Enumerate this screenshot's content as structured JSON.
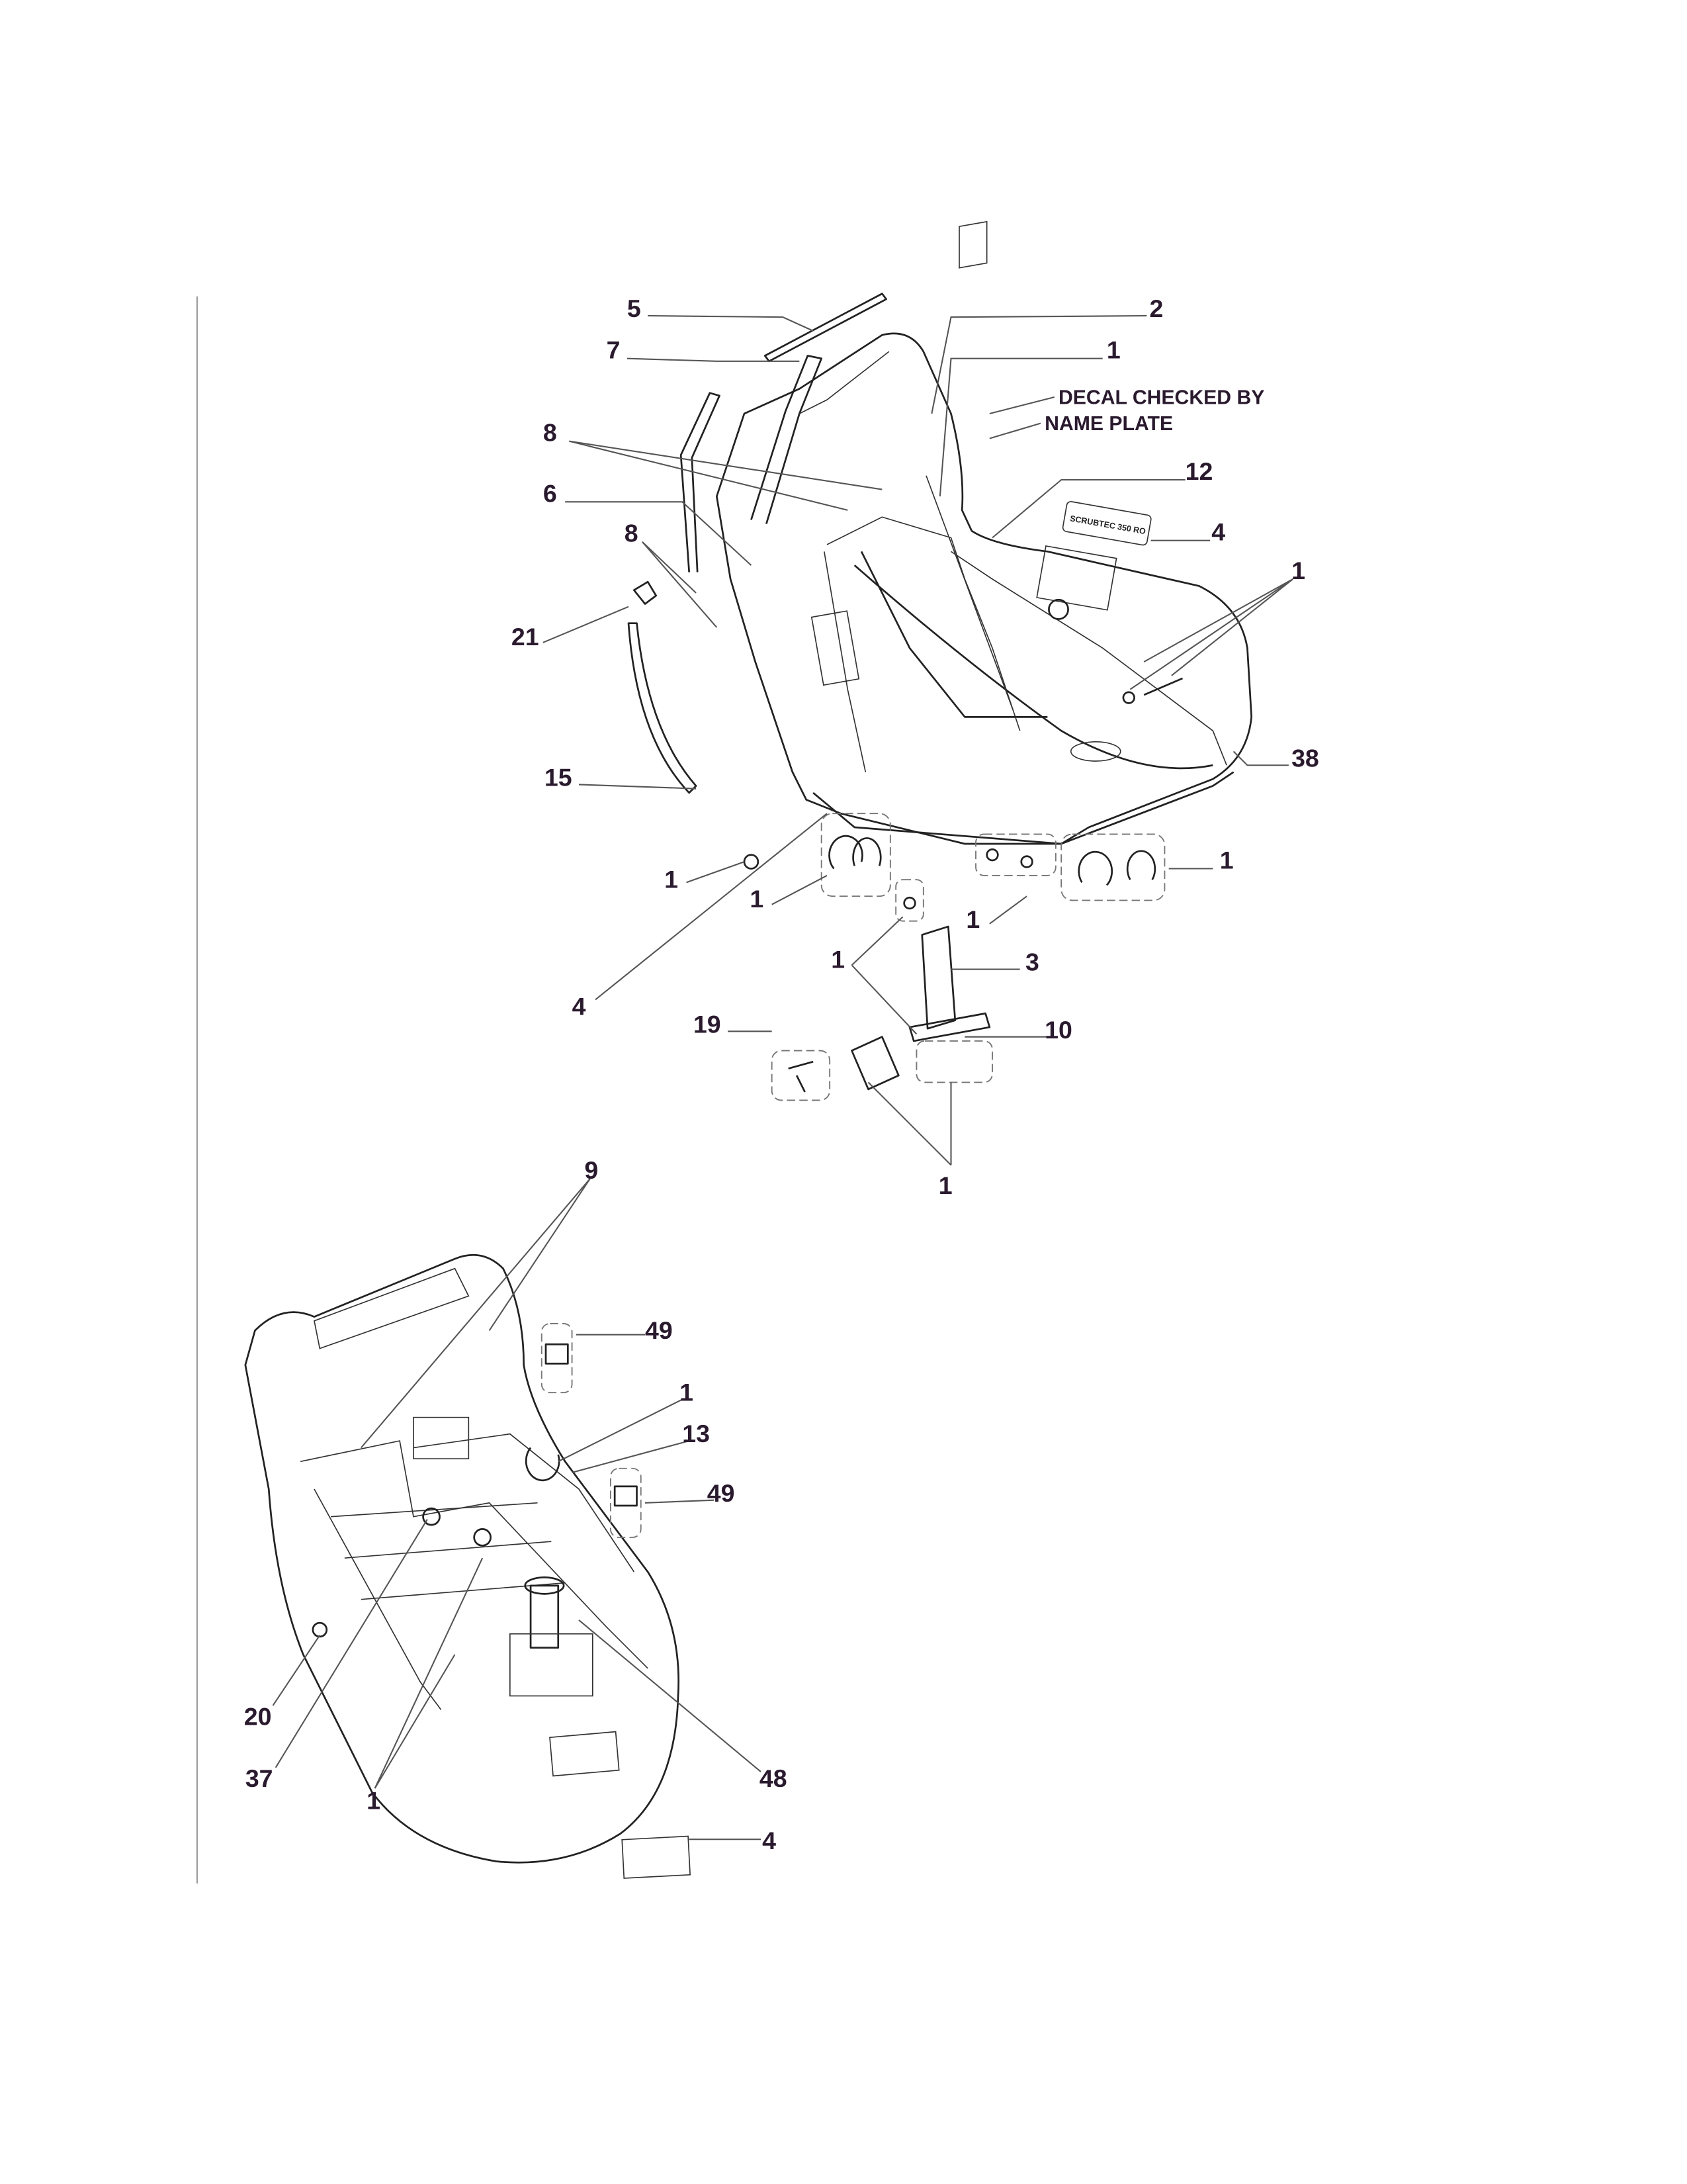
{
  "diagram": {
    "type": "exploded-parts-view",
    "notes": {
      "decal_checked_by": "DECAL CHECKED BY",
      "name_plate": "NAME PLATE"
    },
    "decal_text": "SCRUBTEC 350 RO",
    "upper_callouts": [
      "5",
      "7",
      "2",
      "1",
      "8",
      "6",
      "12",
      "8",
      "4",
      "1",
      "21",
      "38",
      "15",
      "1",
      "1",
      "1",
      "1",
      "1",
      "3",
      "19",
      "10",
      "4",
      "1"
    ],
    "lower_callouts": [
      "9",
      "49",
      "1",
      "13",
      "49",
      "20",
      "37",
      "1",
      "48",
      "4"
    ]
  }
}
